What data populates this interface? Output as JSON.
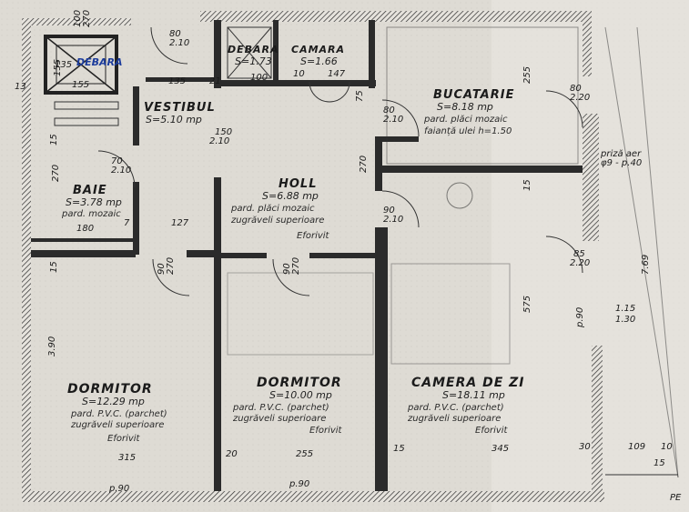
{
  "stamp": "DEBARA",
  "rooms": {
    "vestibul": {
      "name": "VESTIBUL",
      "area": "S=5.10 mp"
    },
    "debara": {
      "name": "DEBARA",
      "area": "S=1.73"
    },
    "camara": {
      "name": "CAMARA",
      "area": "S=1.66"
    },
    "bucatarie": {
      "name": "BUCATARIE",
      "area": "S=8.18 mp",
      "notes": [
        "pard. plăci mozaic",
        "faianță ulei h=1.50"
      ]
    },
    "baie": {
      "name": "BAIE",
      "area": "S=3.78 mp",
      "notes": [
        "pard. mozaic"
      ]
    },
    "holl": {
      "name": "HOLL",
      "area": "S=6.88 mp",
      "notes": [
        "pard. plăci mozaic",
        "zugrăveli superioare",
        "Eforivit"
      ]
    },
    "dormitor1": {
      "name": "DORMITOR",
      "area": "S=12.29 mp",
      "notes": [
        "pard. P.V.C. (parchet)",
        "zugrăveli superioare",
        "Eforivit"
      ]
    },
    "dormitor2": {
      "name": "DORMITOR",
      "area": "S=10.00 mp",
      "notes": [
        "pard. P.V.C. (parchet)",
        "zugrăveli superioare",
        "Eforivit"
      ]
    },
    "camera_de_zi": {
      "name": "CAMERA DE ZI",
      "area": "S=18.11 mp",
      "notes": [
        "pard. P.V.C. (parchet)",
        "zugrăveli superioare",
        "Eforivit"
      ]
    }
  },
  "dims": [
    "155",
    "135",
    "135",
    "100",
    "147",
    "150",
    "2.10",
    "70",
    "2.10",
    "80",
    "2.10",
    "80",
    "2.10",
    "90",
    "2.10",
    "80",
    "2.20",
    "85",
    "2.20",
    "priză aer",
    "φ9 - p.40",
    "1.15",
    "1.30",
    "180",
    "127",
    "255",
    "315",
    "345",
    "109",
    "p.90",
    "p.90",
    "20",
    "15",
    "30",
    "10",
    "13",
    "21",
    "10",
    "7",
    "15",
    "PE"
  ],
  "vdims": [
    "100",
    "270",
    "155",
    "270",
    "15",
    "3.90",
    "90",
    "270",
    "90",
    "270",
    "270",
    "75",
    "255",
    "15",
    "575",
    "p.90",
    "7.69",
    "",
    "15"
  ]
}
